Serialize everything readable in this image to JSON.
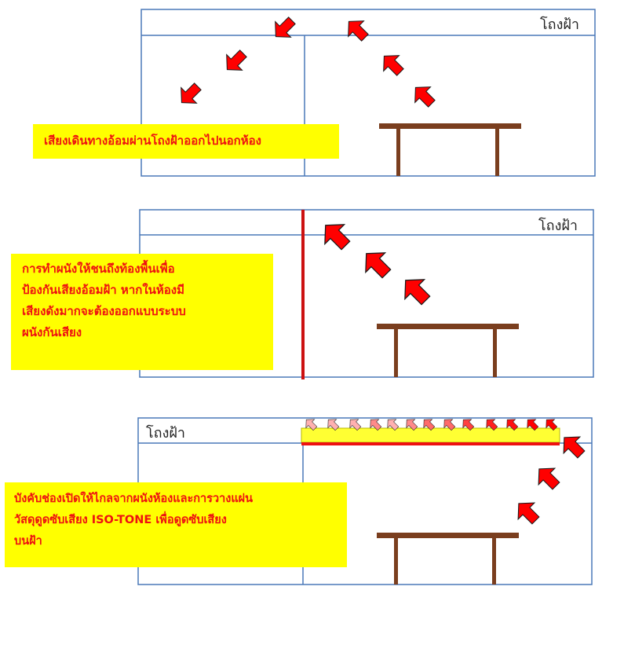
{
  "colors": {
    "frame": "#4a78b8",
    "arrow_fill": "#ff0000",
    "arrow_stroke": "#1a1a1a",
    "arrow_light": "#ffb0b0",
    "table": "#7a3e1e",
    "note_bg": "#ffff00",
    "note_text": "#ee1111",
    "wall": "#cc1111",
    "absorber": "#ffff33"
  },
  "panel1": {
    "ceiling_label": "โถงฝ้า",
    "note": "เสียงเดินทางอ้อมผ่านโถงฝ้าออกไปนอกห้อง"
  },
  "panel2": {
    "ceiling_label": "โถงฝ้า",
    "note_lines": [
      "การทำผนังให้ชนถึงท้องพื้นเพื่อ",
      "ป้องกันเสียงอ้อมฝ้า  หากในห้องมี",
      "เสียงดังมากจะต้องออกแบบระบบ",
      "ผนังกันเสียง"
    ]
  },
  "panel3": {
    "ceiling_label": "โถงฝ้า",
    "note_lines": [
      "บังคับช่องเปิดให้ไกลจากผนังห้องและการวางแผ่น",
      "วัสดุดูดซับเสียง ISO-TONE เพื่อดูดซับเสียง",
      "บนฝ้า"
    ]
  }
}
